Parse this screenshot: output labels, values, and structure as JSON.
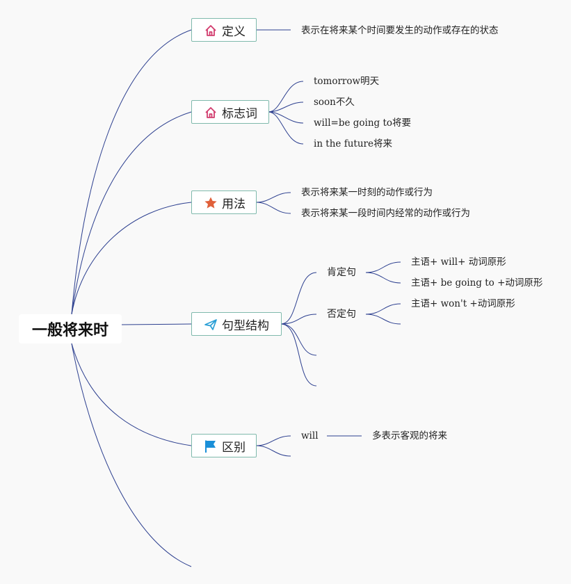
{
  "root": {
    "label": "一般将来时"
  },
  "branches": {
    "definition": {
      "label": "定义",
      "icon": "home-icon",
      "items": [
        "表示在将来某个时间要发生的动作或存在的状态"
      ]
    },
    "markers": {
      "label": "标志词",
      "icon": "home-icon",
      "items": [
        "tomorrow明天",
        "soon不久",
        "will=be going to将要",
        "in the future将来"
      ]
    },
    "usage": {
      "label": "用法",
      "icon": "star-icon",
      "items": [
        "表示将来某一时刻的动作或行为",
        "表示将来某一段时间内经常的动作或行为"
      ]
    },
    "structure": {
      "label": "句型结构",
      "icon": "paper-plane-icon",
      "affirmative": {
        "label": "肯定句",
        "items": [
          "主语+ will+ 动词原形",
          "主语+ be going to +动词原形"
        ]
      },
      "negative": {
        "label": "否定句",
        "items": [
          "主语+ won't +动词原形"
        ]
      }
    },
    "difference": {
      "label": "区别",
      "icon": "flag-icon",
      "will": {
        "label": "will",
        "meaning": "多表示客观的将来"
      }
    }
  },
  "colors": {
    "edge": "#2c3f8f",
    "node_border": "#7fb9ac",
    "home_icon": "#d23c6e",
    "star_icon": "#e0603a",
    "plane_icon": "#2a9fd6",
    "flag_icon": "#1a8fd8"
  }
}
